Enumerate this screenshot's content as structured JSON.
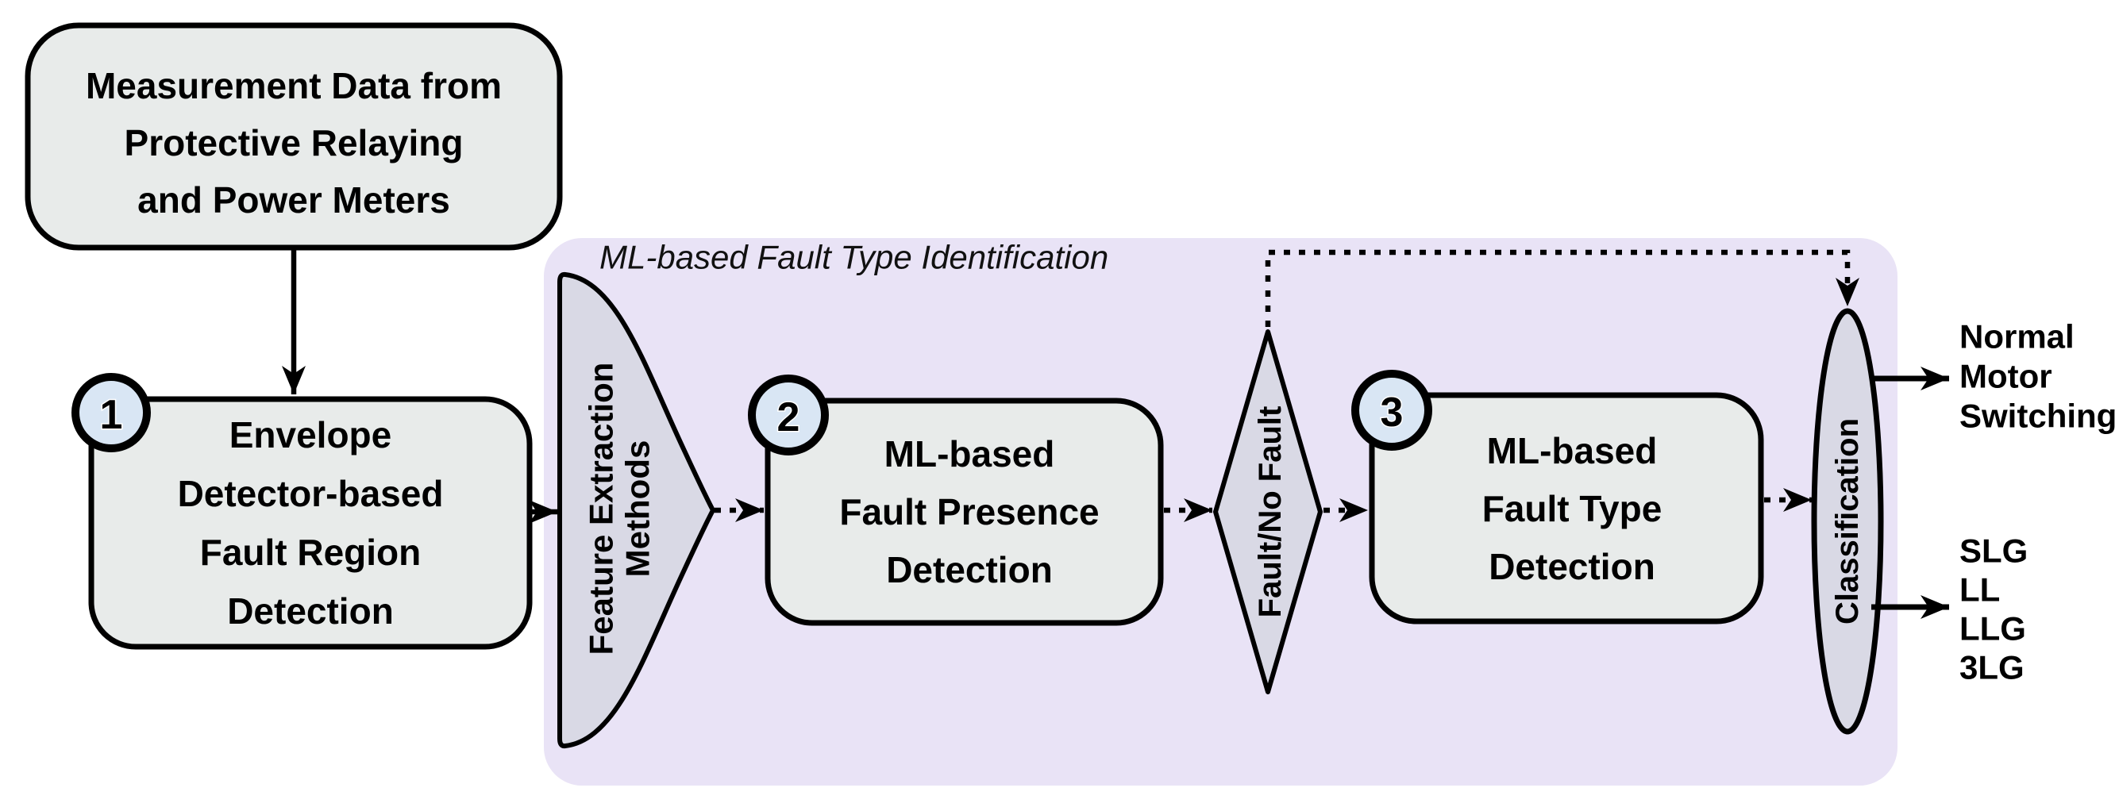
{
  "diagram": {
    "region": {
      "title": "ML-based Fault Type Identification"
    },
    "nodes": {
      "measurement": {
        "line1": "Measurement Data from",
        "line2": "Protective Relaying",
        "line3": "and Power Meters"
      },
      "envelope": {
        "badge": "1",
        "line1": "Envelope",
        "line2": "Detector-based",
        "line3": "Fault Region",
        "line4": "Detection"
      },
      "feature_extraction": {
        "line1": "Feature Extraction",
        "line2": "Methods"
      },
      "fault_presence": {
        "badge": "2",
        "line1": "ML-based",
        "line2": "Fault Presence",
        "line3": "Detection"
      },
      "decision": {
        "label": "Fault/No Fault"
      },
      "fault_type": {
        "badge": "3",
        "line1": "ML-based",
        "line2": "Fault Type",
        "line3": "Detection"
      },
      "classification": {
        "label": "Classification"
      }
    },
    "outputs": {
      "normal": {
        "line1": "Normal",
        "line2": "Motor",
        "line3": "Switching"
      },
      "faults": {
        "line1": "SLG",
        "line2": "LL",
        "line3": "LLG",
        "line4": "3LG"
      }
    },
    "colors": {
      "background": "#ffffff",
      "region_fill": "#e9e3f6",
      "node_fill": "#e8ebea",
      "shape_fill": "#d9d9e5",
      "badge_fill": "#d9e6f4",
      "line": "#000000",
      "text": "#000000"
    }
  }
}
